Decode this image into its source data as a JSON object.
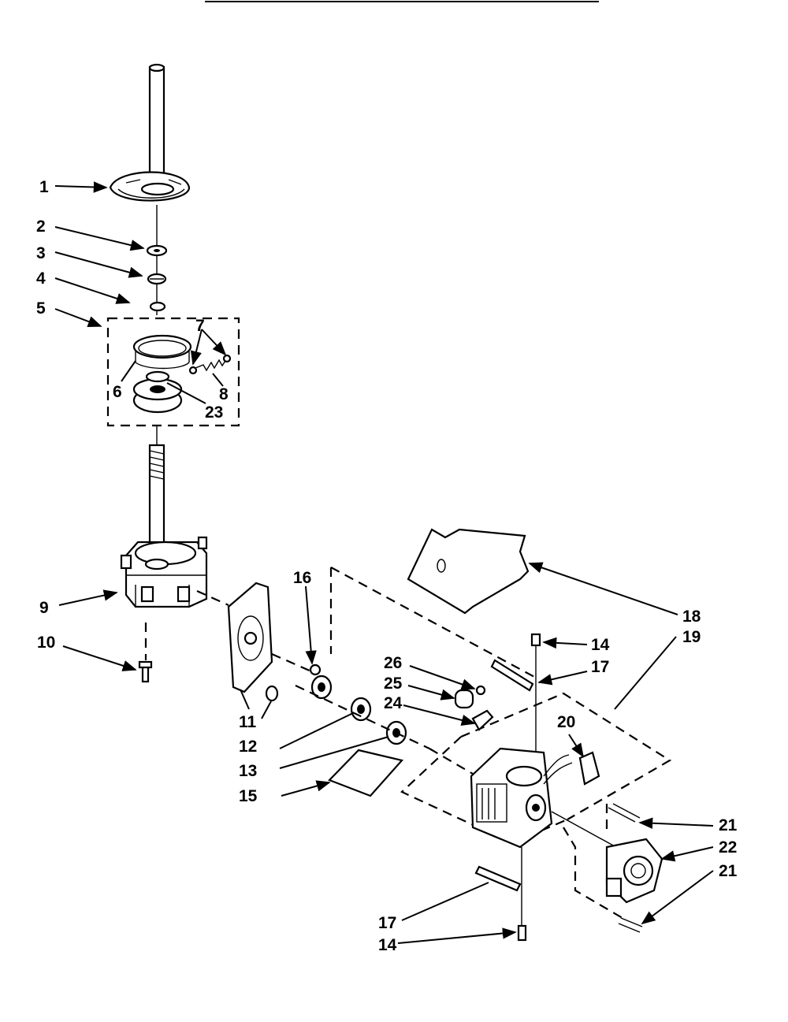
{
  "callouts": [
    {
      "id": "c1",
      "label": "1"
    },
    {
      "id": "c2",
      "label": "2"
    },
    {
      "id": "c3",
      "label": "3"
    },
    {
      "id": "c4",
      "label": "4"
    },
    {
      "id": "c5",
      "label": "5"
    },
    {
      "id": "c6",
      "label": "6"
    },
    {
      "id": "c7",
      "label": "7"
    },
    {
      "id": "c8",
      "label": "8"
    },
    {
      "id": "c23",
      "label": "23"
    },
    {
      "id": "c9",
      "label": "9"
    },
    {
      "id": "c10",
      "label": "10"
    },
    {
      "id": "c16",
      "label": "16"
    },
    {
      "id": "c11",
      "label": "11"
    },
    {
      "id": "c12",
      "label": "12"
    },
    {
      "id": "c13",
      "label": "13"
    },
    {
      "id": "c15",
      "label": "15"
    },
    {
      "id": "c18",
      "label": "18"
    },
    {
      "id": "c19",
      "label": "19"
    },
    {
      "id": "c14a",
      "label": "14"
    },
    {
      "id": "c17a",
      "label": "17"
    },
    {
      "id": "c26",
      "label": "26"
    },
    {
      "id": "c25",
      "label": "25"
    },
    {
      "id": "c24",
      "label": "24"
    },
    {
      "id": "c20",
      "label": "20"
    },
    {
      "id": "c21a",
      "label": "21"
    },
    {
      "id": "c22",
      "label": "22"
    },
    {
      "id": "c21b",
      "label": "21"
    },
    {
      "id": "c17b",
      "label": "17"
    },
    {
      "id": "c14b",
      "label": "14"
    }
  ]
}
